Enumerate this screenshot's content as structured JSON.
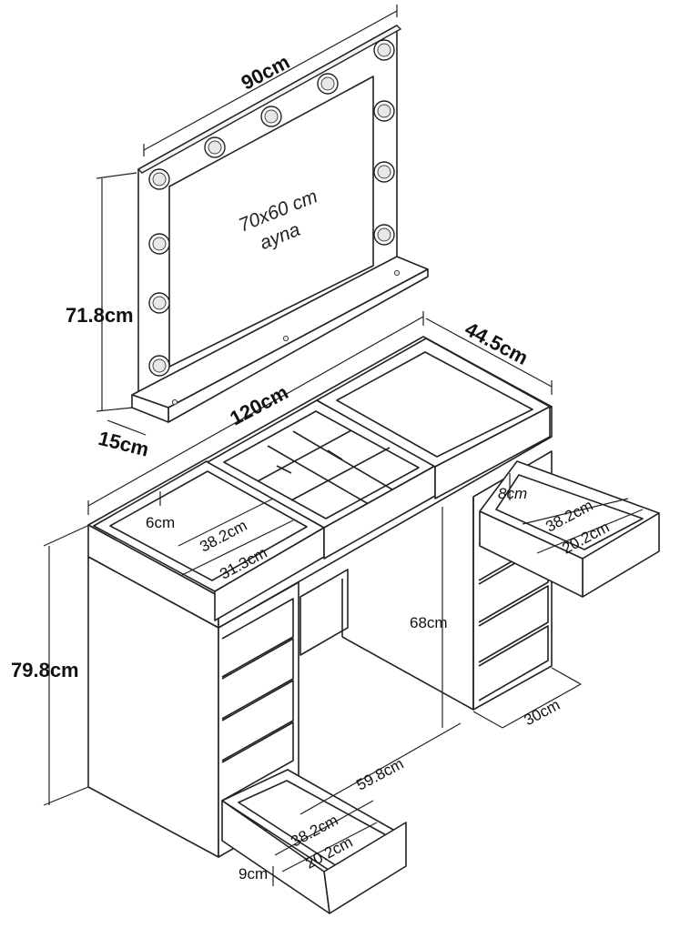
{
  "mirror": {
    "width_label": "90cm",
    "height_label": "71.8cm",
    "depth_label": "15cm",
    "glass_size": "70x60 cm",
    "glass_word": "ayna"
  },
  "table": {
    "width_label": "120cm",
    "depth_label": "44.5cm",
    "height_label": "79.8cm",
    "leg_height_label": "68cm",
    "knee_width_label": "59.8cm",
    "cabinet_depth_label": "30cm"
  },
  "left_tray": {
    "depth_label": "6cm",
    "width_label": "38.2cm",
    "inner_label": "31.3cm"
  },
  "right_drawer": {
    "height_label": "8cm",
    "width_label": "38.2cm",
    "depth_label": "20.2cm"
  },
  "bottom_drawer": {
    "height_label": "9cm",
    "width_label": "38.2cm",
    "depth_label": "20.2cm"
  }
}
